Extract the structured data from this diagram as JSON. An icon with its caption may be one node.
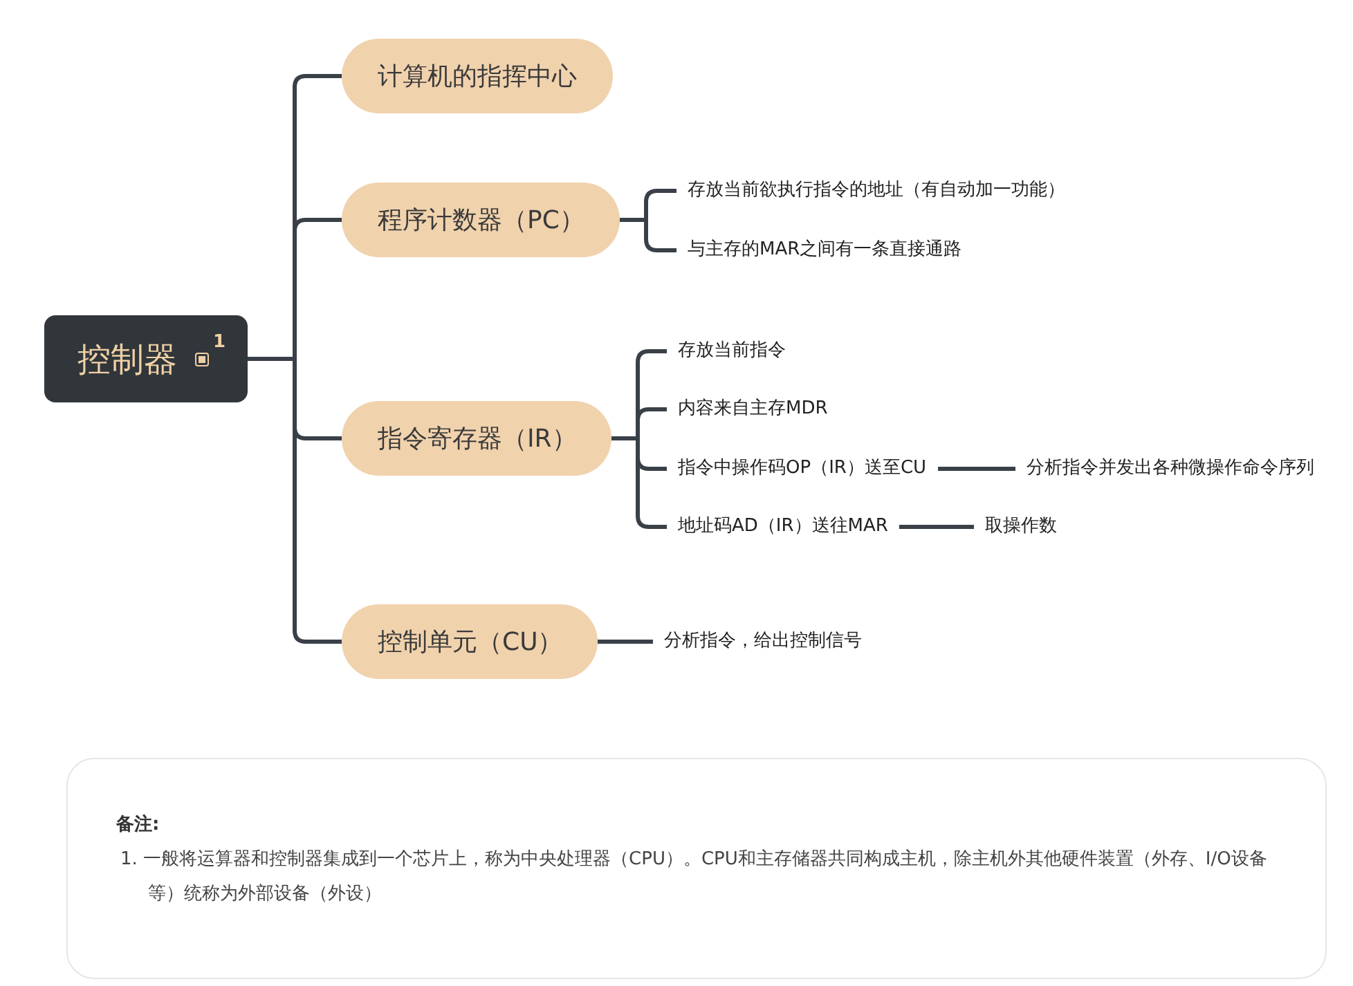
{
  "diagram": {
    "nodes": [
      {
        "text": [
          "控制器"
        ]
      },
      {
        "text": [
          "计算机的指挥中心"
        ]
      },
      {
        "text": [
          "程序计数器（PC）"
        ]
      },
      {
        "text": [
          "指令寄存器（IR）"
        ]
      },
      {
        "text": [
          "控制单元（CU）"
        ]
      },
      {
        "text": [
          "存放当前欲执行指令的地址（有自动加一功能）"
        ]
      },
      {
        "text": [
          "与主存的MAR之间有一条直接通路"
        ]
      },
      {
        "text": [
          "存放当前指令"
        ]
      },
      {
        "text": [
          "内容来自主存MDR"
        ]
      },
      {
        "text": [
          "指令中操作码OP（IR）送至CU"
        ]
      },
      {
        "text": [
          "地址码AD（IR）送往MAR"
        ]
      },
      {
        "text": [
          "分析指令并发出各种微操作命令序列"
        ]
      },
      {
        "text": [
          "取操作数"
        ]
      },
      {
        "text": [
          "分析指令，给出控制信号"
        ]
      },
      {
        "text": [
          "备注:",
          "1. 一般将运算器和控制器集成到一个芯片上，称为中央处理器（CPU）。CPU和主存储器共同构成主机，除主机外其他硬件装置（外存、I/O设备等）统称为外部设备（外设）"
        ]
      }
    ],
    "edges": [
      {
        "from": 0,
        "to": 1,
        "arrow": "none"
      },
      {
        "from": 0,
        "to": 2,
        "arrow": "none"
      },
      {
        "from": 0,
        "to": 3,
        "arrow": "none"
      },
      {
        "from": 0,
        "to": 4,
        "arrow": "none"
      },
      {
        "from": 2,
        "to": 5,
        "arrow": "none"
      },
      {
        "from": 2,
        "to": 6,
        "arrow": "none"
      },
      {
        "from": 3,
        "to": 7,
        "arrow": "none"
      },
      {
        "from": 3,
        "to": 8,
        "arrow": "none"
      },
      {
        "from": 3,
        "to": 9,
        "arrow": "none"
      },
      {
        "from": 3,
        "to": 10,
        "arrow": "none"
      },
      {
        "from": 9,
        "to": 11,
        "arrow": "none"
      },
      {
        "from": 10,
        "to": 12,
        "arrow": "none"
      },
      {
        "from": 4,
        "to": 13,
        "arrow": "none"
      }
    ],
    "labels": [
      "1"
    ]
  }
}
